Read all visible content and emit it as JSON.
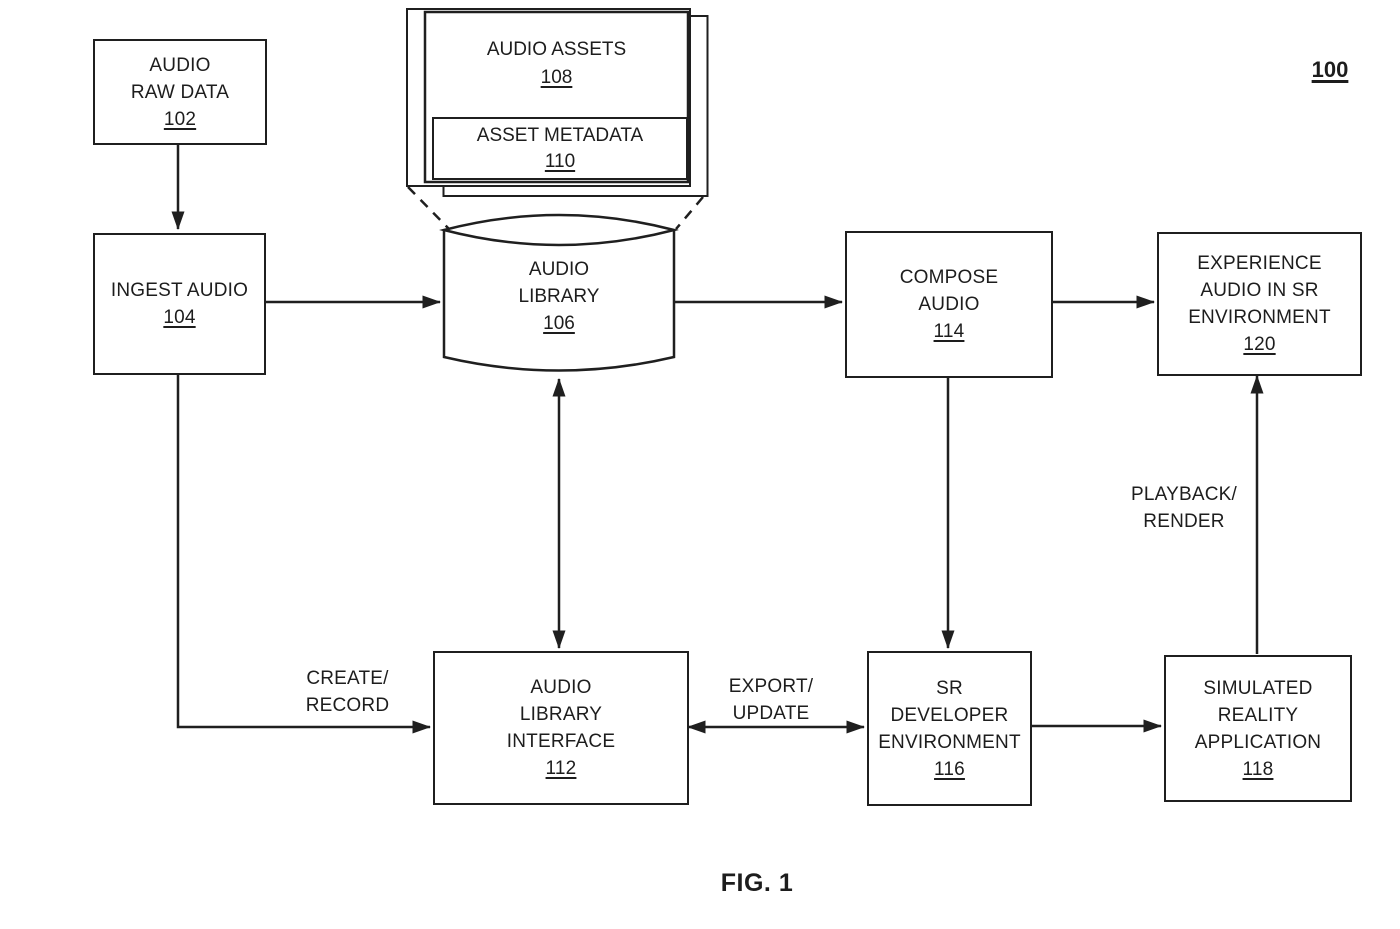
{
  "figure": {
    "reference_number": "100",
    "caption": "FIG. 1"
  },
  "colors": {
    "background": "#ffffff",
    "line": "#1f1f1f",
    "text": "#1d1d1d"
  },
  "nodes": {
    "audio_raw_data": {
      "lines": [
        "AUDIO",
        "RAW DATA"
      ],
      "ref": "102"
    },
    "ingest_audio": {
      "lines": [
        "INGEST AUDIO"
      ],
      "ref": "104"
    },
    "audio_library": {
      "lines": [
        "AUDIO",
        "LIBRARY"
      ],
      "ref": "106"
    },
    "audio_assets": {
      "lines": [
        "AUDIO ASSETS"
      ],
      "ref": "108"
    },
    "asset_metadata": {
      "lines": [
        "ASSET METADATA"
      ],
      "ref": "110"
    },
    "audio_library_interface": {
      "lines": [
        "AUDIO",
        "LIBRARY",
        "INTERFACE"
      ],
      "ref": "112"
    },
    "compose_audio": {
      "lines": [
        "COMPOSE",
        "AUDIO"
      ],
      "ref": "114"
    },
    "sr_developer_environment": {
      "lines": [
        "SR",
        "DEVELOPER",
        "ENVIRONMENT"
      ],
      "ref": "116"
    },
    "simulated_reality_application": {
      "lines": [
        "SIMULATED",
        "REALITY",
        "APPLICATION"
      ],
      "ref": "118"
    },
    "experience_audio": {
      "lines": [
        "EXPERIENCE",
        "AUDIO IN SR",
        "ENVIRONMENT"
      ],
      "ref": "120"
    }
  },
  "edge_labels": {
    "create_record": {
      "lines": [
        "CREATE/",
        "RECORD"
      ]
    },
    "export_update": {
      "lines": [
        "EXPORT/",
        "UPDATE"
      ]
    },
    "playback_render": {
      "lines": [
        "PLAYBACK/",
        "RENDER"
      ]
    }
  }
}
